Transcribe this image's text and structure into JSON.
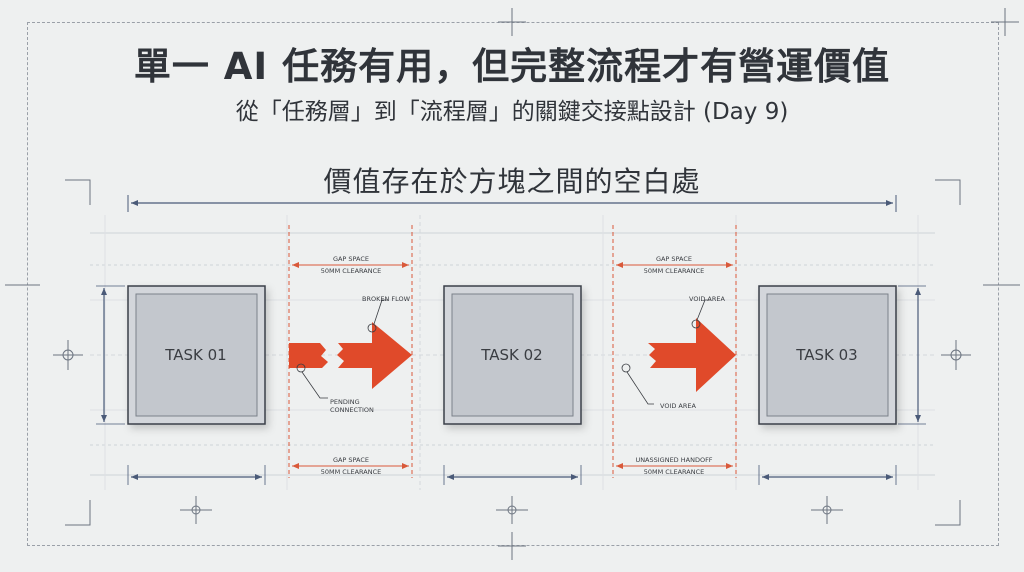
{
  "title": "單一 AI 任務有用，但完整流程才有營運價值",
  "subtitle": "從「任務層」到「流程層」的關鍵交接點設計 (Day 9)",
  "section_heading": "價值存在於方塊之間的空白處",
  "tasks": [
    "TASK 01",
    "TASK 02",
    "TASK 03"
  ],
  "gap1": {
    "top_label_1": "GAP SPACE",
    "top_label_2": "50MM CLEARANCE",
    "callout_1": "BROKEN FLOW",
    "callout_2a": "PENDING",
    "callout_2b": "CONNECTION",
    "bottom_label_1": "GAP SPACE",
    "bottom_label_2": "50MM CLEARANCE"
  },
  "gap2": {
    "top_label_1": "GAP SPACE",
    "top_label_2": "50MM CLEARANCE",
    "callout_1": "VOID AREA",
    "callout_2": "VOID AREA",
    "bottom_label_1": "UNASSIGNED HANDOFF",
    "bottom_label_2": "50MM CLEARANCE"
  },
  "colors": {
    "arrow": "#e04a2a",
    "dim_line_red": "#d9593a",
    "dim_line_blue": "#4a5a78",
    "box_fill": "#c7cbd1",
    "box_stroke": "#3a3f48",
    "grid": "#c9ced4"
  }
}
